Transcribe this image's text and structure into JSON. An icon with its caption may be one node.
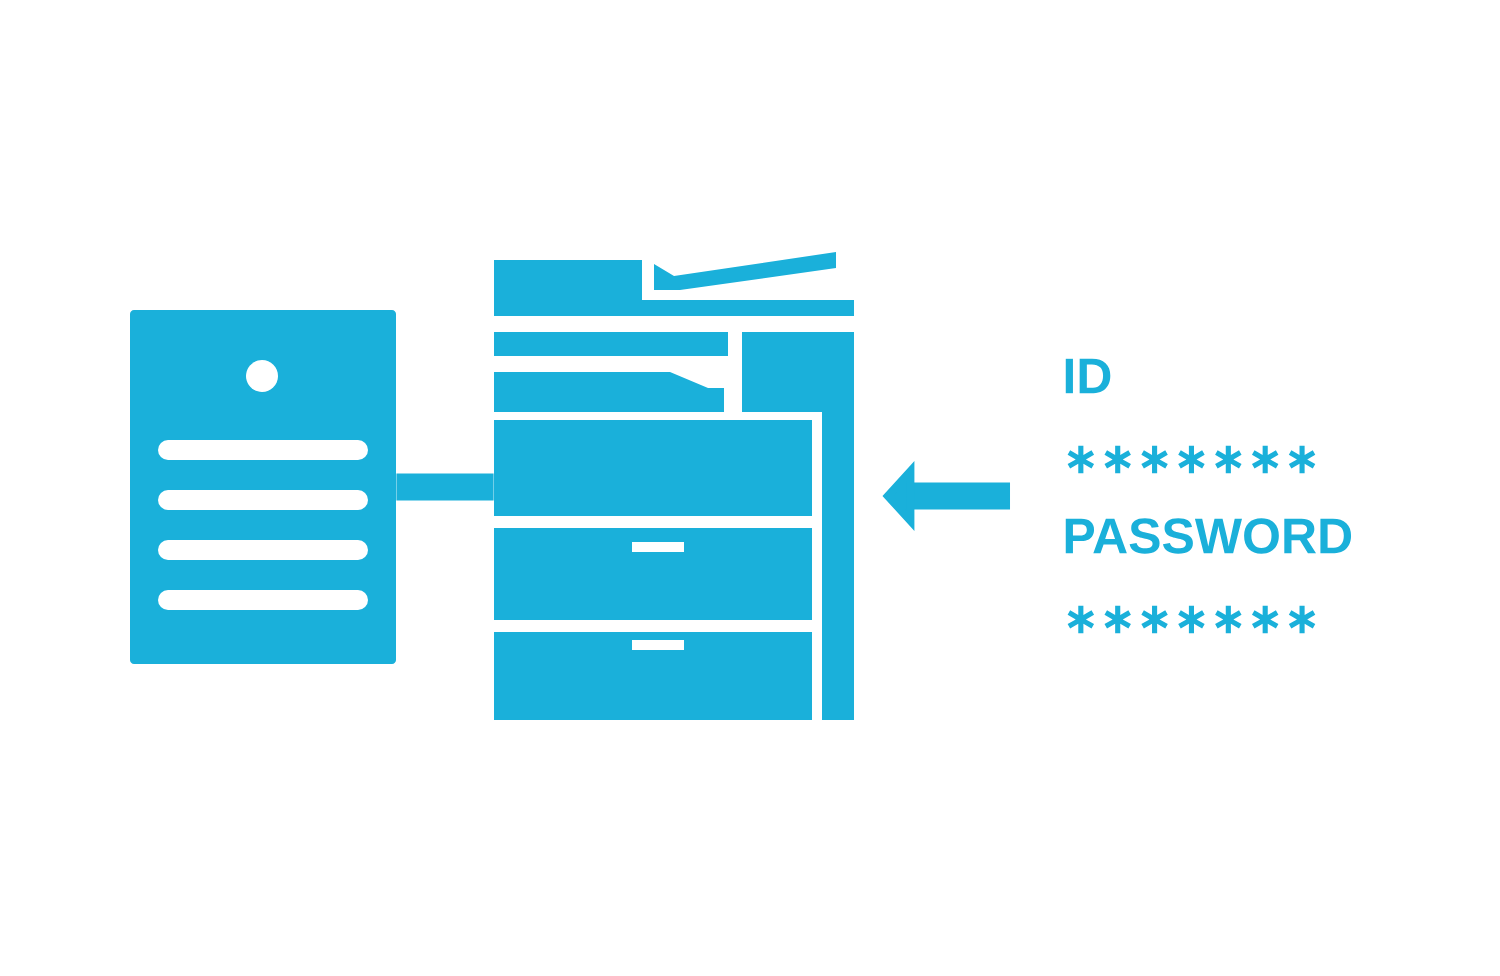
{
  "diagram": {
    "nodes": [
      {
        "text": [],
        "shape": "server"
      },
      {
        "text": [],
        "shape": "printer"
      },
      {
        "text": [
          "ID",
          "∗∗∗∗∗∗∗",
          "PASSWORD",
          "∗∗∗∗∗∗∗"
        ]
      }
    ],
    "edges": [
      {
        "from": 0,
        "to": 1,
        "arrow": "none"
      },
      {
        "from": 2,
        "to": 1,
        "arrow": "to"
      }
    ]
  }
}
